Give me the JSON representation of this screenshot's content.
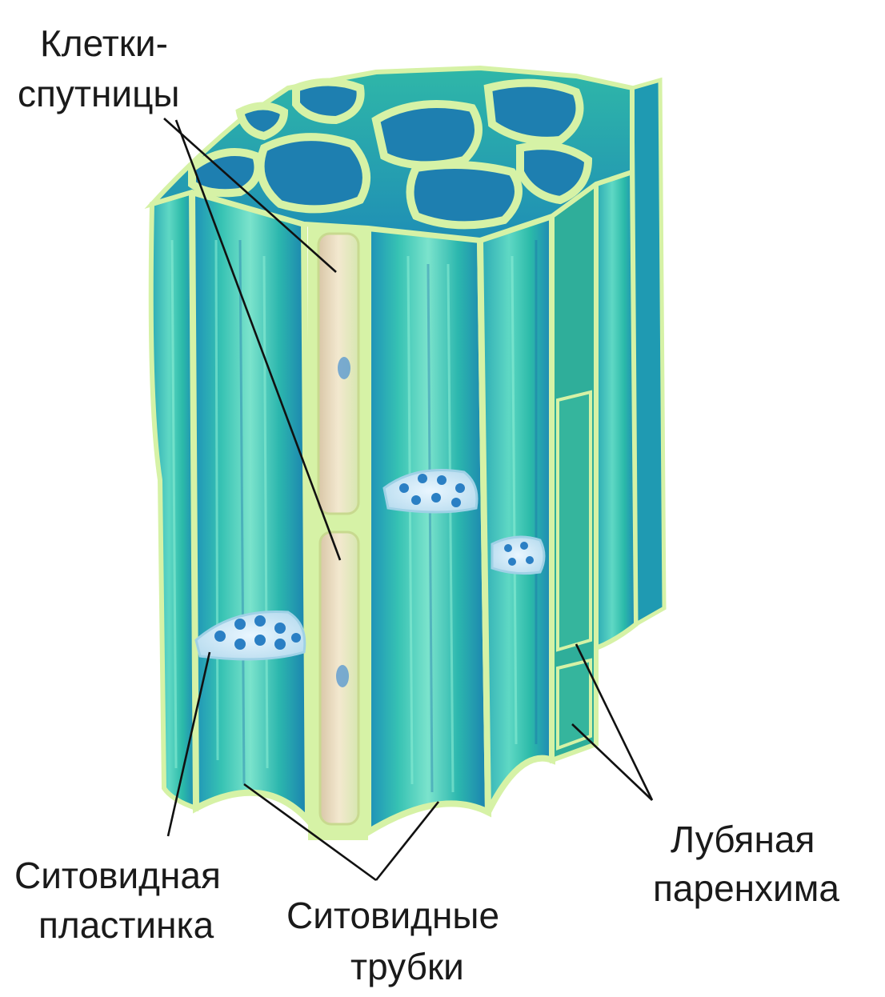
{
  "labels": {
    "companion_cells": {
      "line1": "Клетки-",
      "line2": "спутницы"
    },
    "sieve_plate": {
      "line1": "Ситовидная",
      "line2": "пластинка"
    },
    "sieve_tubes": {
      "line1": "Ситовидные",
      "line2": "трубки"
    },
    "phloem_parenchyma": {
      "line1": "Лубяная",
      "line2": "паренхима"
    }
  },
  "colors": {
    "tissue_main": "#2fbfae",
    "tissue_dark": "#1d8fb8",
    "tissue_light": "#6fe0c8",
    "cell_wall": "#d6f2a6",
    "companion_cell": "#e9d9b8",
    "plate_pores": "#2a7fc4"
  }
}
